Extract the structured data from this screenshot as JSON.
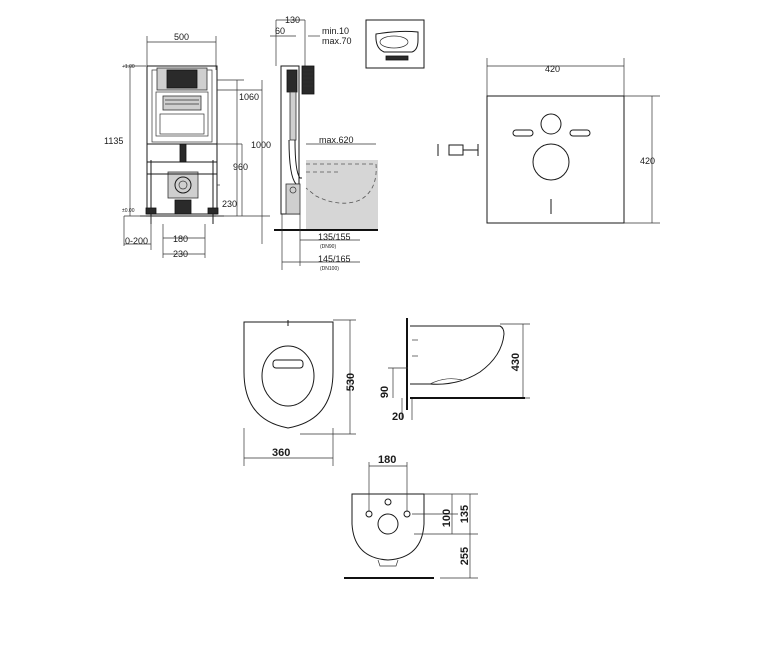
{
  "frame_view": {
    "labels": {
      "w500": "500",
      "h1135": "1135",
      "plus100": "+1.00",
      "plus000": "±0.00",
      "range0_200": "0-200",
      "w180": "180",
      "w230": "230",
      "h1060": "1060",
      "h1000": "1000",
      "h960": "960",
      "h230": "230"
    }
  },
  "side_view": {
    "labels": {
      "d130": "130",
      "d60": "60",
      "min10": "min.10",
      "max70": "max.70",
      "max620": "max.620",
      "d135_155": "135/155",
      "dn90": "(DN90)",
      "d145_165": "145/165",
      "dn100": "(DN100)"
    }
  },
  "plate_view": {
    "labels": {
      "w420": "420",
      "h420": "420"
    }
  },
  "bowl_top": {
    "labels": {
      "w360": "360",
      "h530": "530"
    }
  },
  "bowl_side": {
    "labels": {
      "h430": "430",
      "h90": "90",
      "d20": "20"
    }
  },
  "bowl_back": {
    "labels": {
      "w180": "180",
      "h100": "100",
      "h135": "135",
      "h255": "255"
    }
  }
}
